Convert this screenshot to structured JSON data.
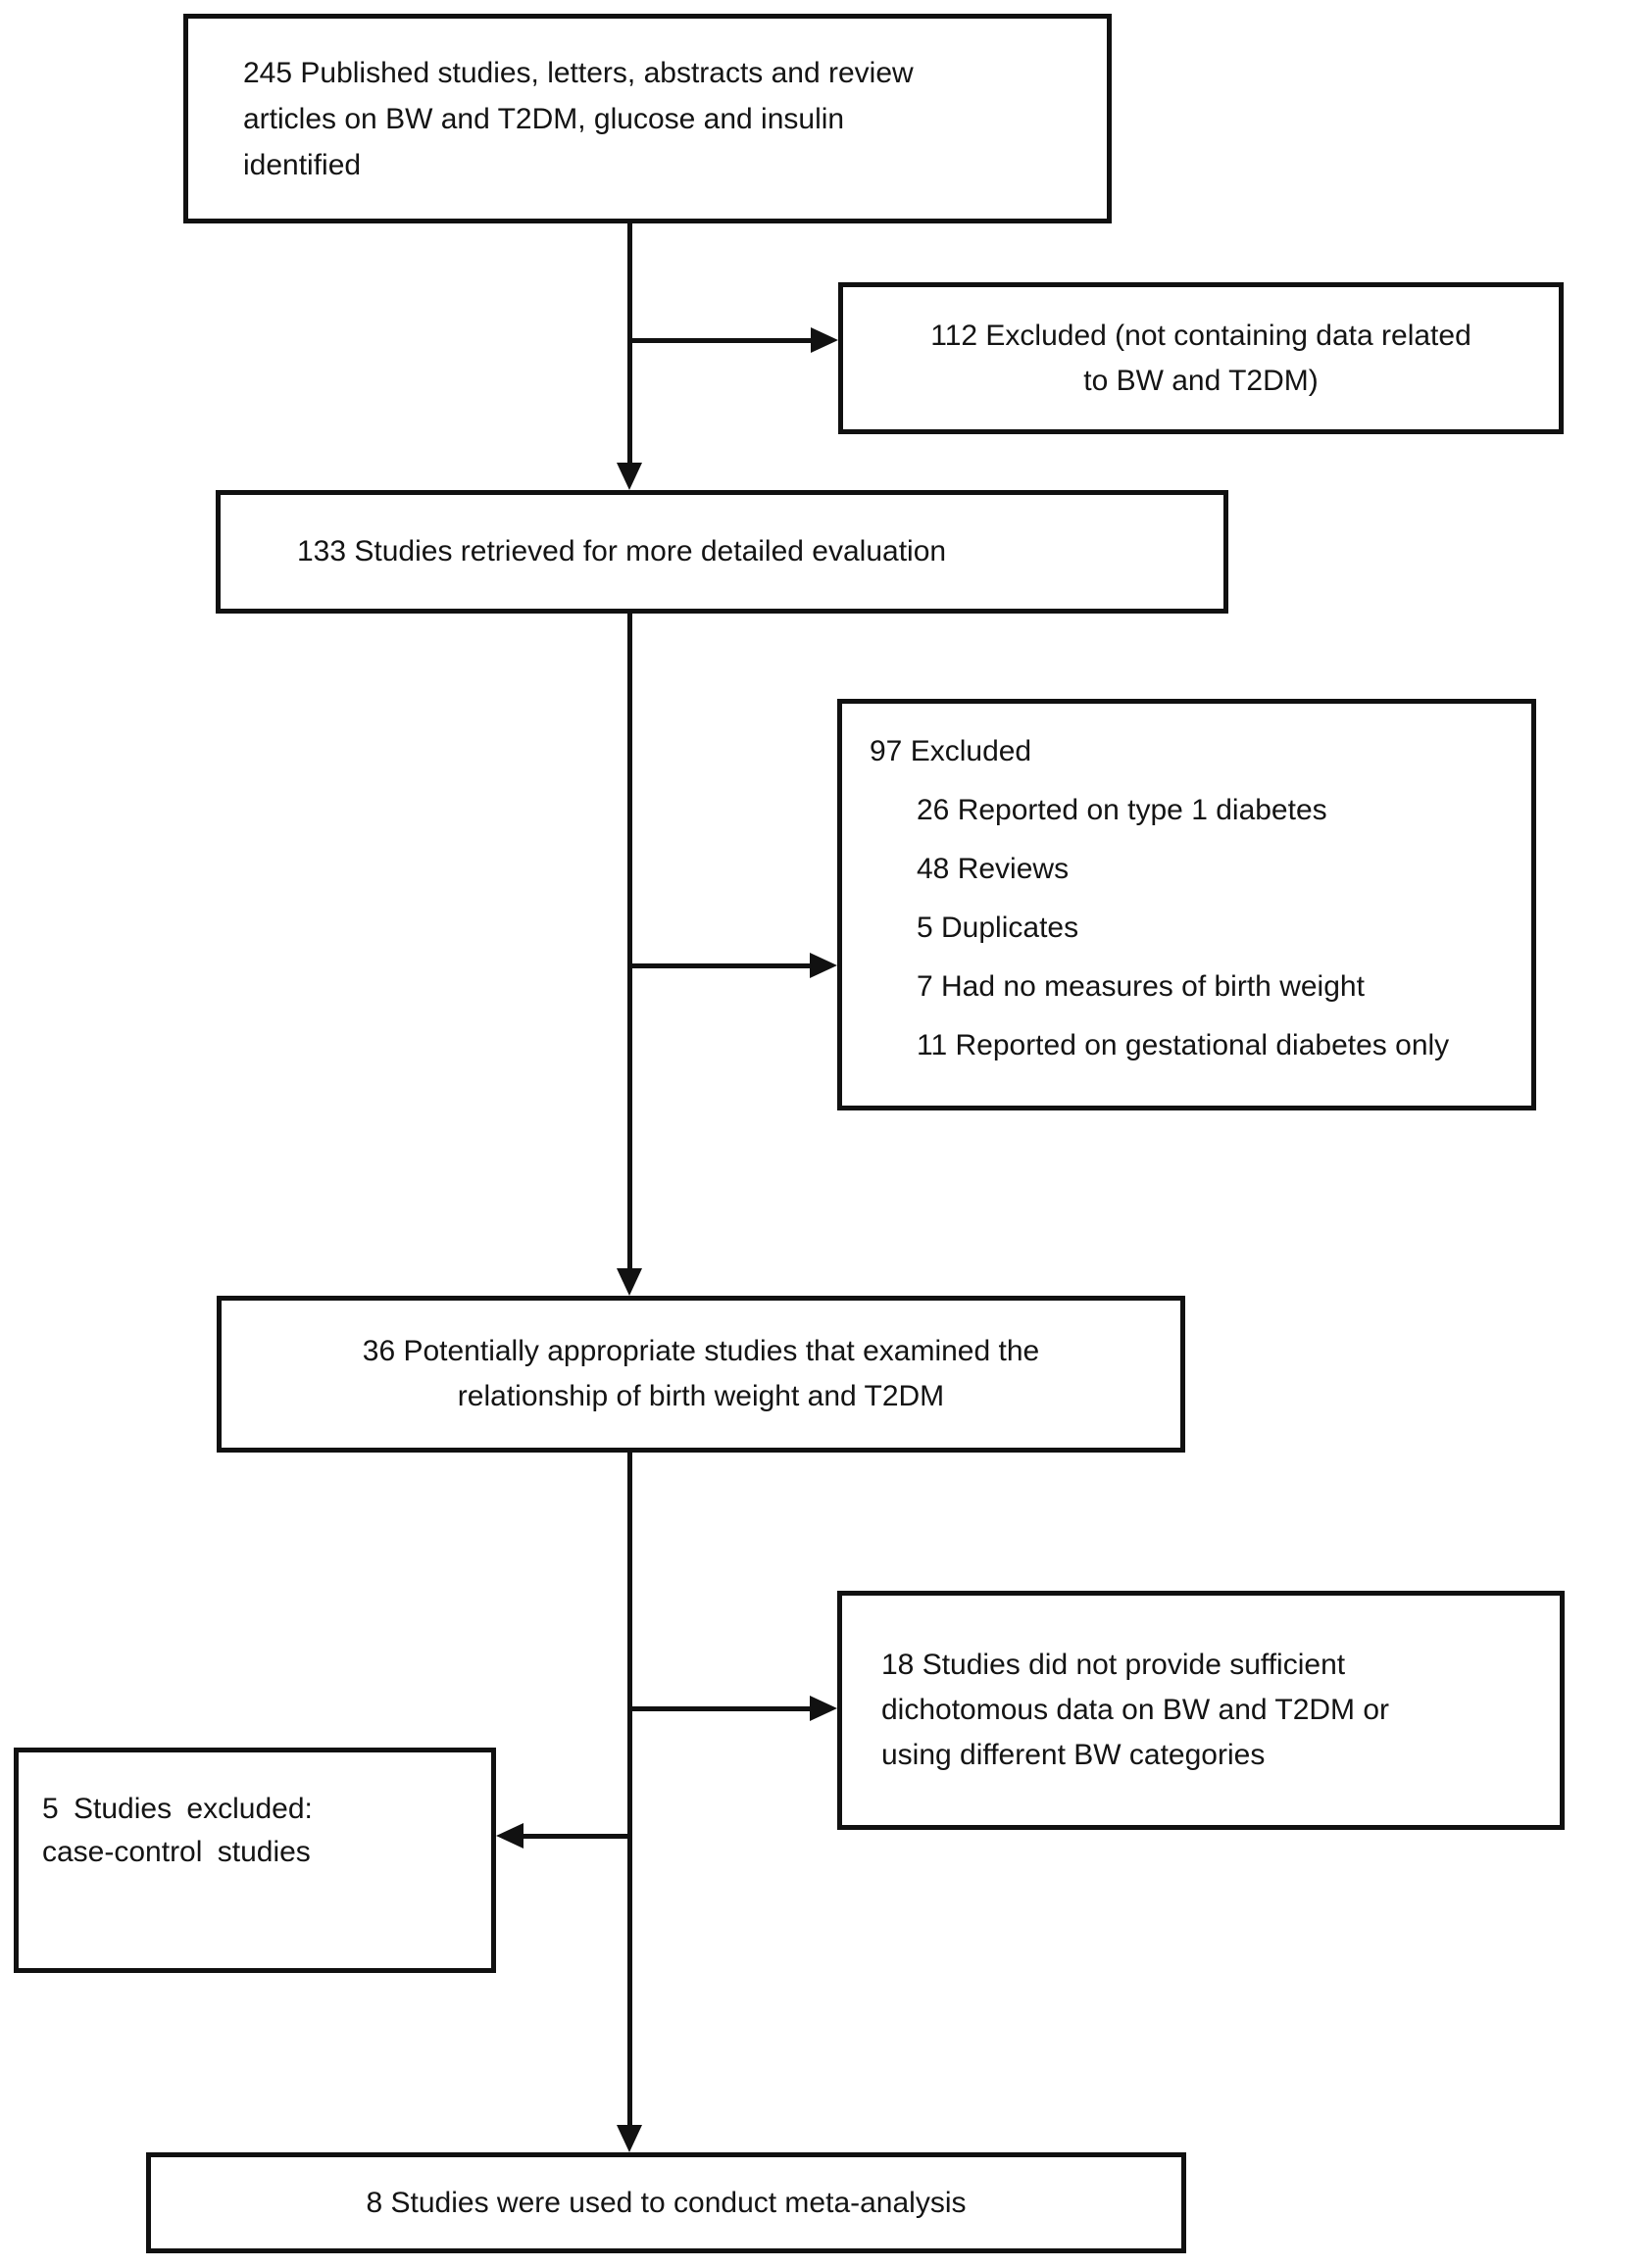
{
  "figure": {
    "type": "study-selection-flow-diagram",
    "ink_color": "#111111",
    "background_color": "#ffffff"
  },
  "boxes": {
    "identified": {
      "lines": [
        "245 Published studies, letters, abstracts and review",
        "articles on BW and T2DM, glucose and insulin",
        "identified"
      ]
    },
    "excluded_initial": {
      "lines": [
        "112 Excluded (not containing data related",
        "to BW and T2DM)"
      ]
    },
    "retrieved": {
      "lines": [
        "133 Studies retrieved for more detailed evaluation"
      ]
    },
    "excluded_eval": {
      "header": "97 Excluded",
      "items": [
        "26 Reported on type 1 diabetes",
        "48 Reviews",
        "5 Duplicates",
        "7 Had no measures of birth weight",
        "11 Reported on gestational diabetes only"
      ]
    },
    "appropriate": {
      "lines": [
        "36 Potentially appropriate studies that examined the",
        "relationship of birth weight and T2DM"
      ]
    },
    "insufficient": {
      "lines": [
        "18 Studies did not provide sufficient",
        "dichotomous data on BW and T2DM or",
        "using different BW categories"
      ]
    },
    "casecontrol": {
      "lines": [
        "5 Studies excluded:",
        "case-control studies"
      ]
    },
    "final": {
      "lines": [
        "8 Studies were used to conduct meta-analysis"
      ]
    }
  }
}
